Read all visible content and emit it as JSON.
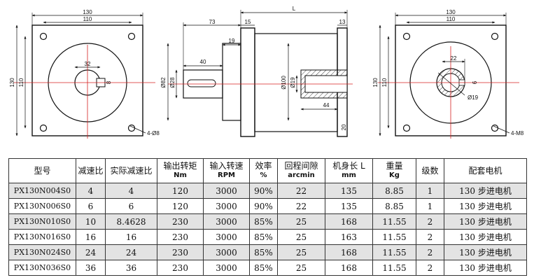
{
  "drawing": {
    "front_left": {
      "w_outer": "130",
      "w_inner": "110",
      "h_outer": "130",
      "h_inner": "110",
      "bore": "32",
      "key": "8",
      "holes": "4-Ø8"
    },
    "side": {
      "L": "L",
      "d73": "73",
      "d15": "15",
      "d13": "13",
      "d19": "19",
      "d40": "40",
      "d82": "Ø82",
      "d28": "Ø28",
      "d100": "Ø100",
      "d19b": "Ø19",
      "d44": "44",
      "d20": "20"
    },
    "front_right": {
      "w_outer": "130",
      "w_inner": "110",
      "h_outer": "130",
      "h_inner": "110",
      "key_w": "22",
      "key_h": "6",
      "bore": "Ø19",
      "holes": "4-M8"
    }
  },
  "table": {
    "headers": [
      {
        "label": "型号",
        "unit": ""
      },
      {
        "label": "减速比",
        "unit": ""
      },
      {
        "label": "实际减速比",
        "unit": ""
      },
      {
        "label": "输出转矩",
        "unit": "Nm"
      },
      {
        "label": "输入转速",
        "unit": "RPM"
      },
      {
        "label": "效率",
        "unit": "%"
      },
      {
        "label": "回程间隙",
        "unit": "arcmin"
      },
      {
        "label": "机身长 L",
        "unit": "mm"
      },
      {
        "label": "重量",
        "unit": "Kg"
      },
      {
        "label": "级数",
        "unit": ""
      },
      {
        "label": "配套电机",
        "unit": ""
      }
    ],
    "rows": [
      [
        "PX130N004S0",
        "4",
        "4",
        "120",
        "3000",
        "90%",
        "22",
        "135",
        "8.85",
        "1",
        "130 步进电机"
      ],
      [
        "PX130N006S0",
        "6",
        "6",
        "120",
        "3000",
        "90%",
        "22",
        "135",
        "8.85",
        "1",
        "130 步进电机"
      ],
      [
        "PX130N010S0",
        "10",
        "8.4628",
        "230",
        "3000",
        "85%",
        "25",
        "168",
        "11.55",
        "2",
        "130 步进电机"
      ],
      [
        "PX130N016S0",
        "16",
        "16",
        "230",
        "3000",
        "85%",
        "25",
        "163",
        "11.55",
        "2",
        "130 步进电机"
      ],
      [
        "PX130N024S0",
        "24",
        "24",
        "230",
        "3000",
        "85%",
        "25",
        "168",
        "11.55",
        "2",
        "130 步进电机"
      ],
      [
        "PX130N036S0",
        "36",
        "36",
        "230",
        "3000",
        "85%",
        "25",
        "168",
        "11.55",
        "2",
        "130 步进电机"
      ]
    ]
  }
}
